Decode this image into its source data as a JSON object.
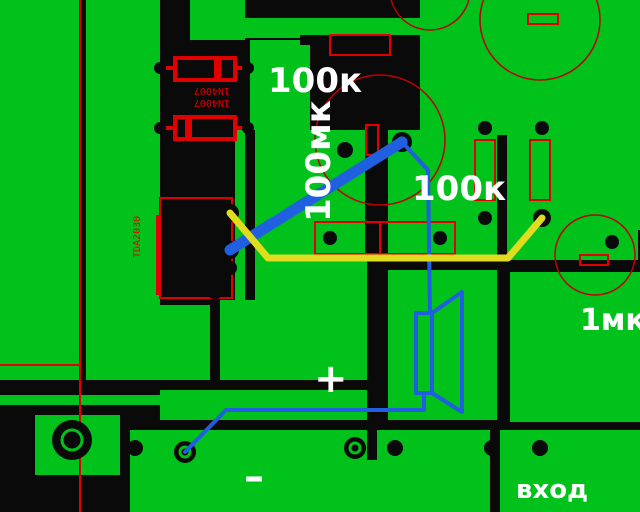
{
  "labels": {
    "r_top": "100к",
    "cap_big": "100мк",
    "r_right": "100к",
    "cap_small": "1мк",
    "plus": "+",
    "minus": "–",
    "input": "вход"
  },
  "silkscreen": {
    "diode_top": "1N4007",
    "diode_bottom": "1N4007",
    "chip": "TDA2030"
  },
  "colors": {
    "board": "#0a0a0a",
    "copper": "#00c21a",
    "silk": "#e00000",
    "wire_blue": "#1f5fe0",
    "wire_yellow": "#e0dc1f",
    "text": "#ffffff"
  }
}
